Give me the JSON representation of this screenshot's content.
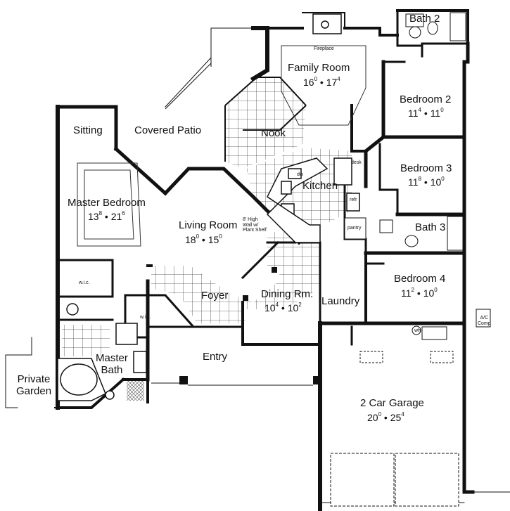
{
  "rooms": {
    "family_room": {
      "name": "Family Room",
      "w": "16",
      "ws": "0",
      "d": "17",
      "ds": "4"
    },
    "bedroom2": {
      "name": "Bedroom 2",
      "w": "11",
      "ws": "4",
      "d": "11",
      "ds": "0"
    },
    "bedroom3": {
      "name": "Bedroom 3",
      "w": "11",
      "ws": "8",
      "d": "10",
      "ds": "0"
    },
    "bedroom4": {
      "name": "Bedroom 4",
      "w": "11",
      "ws": "2",
      "d": "10",
      "ds": "0"
    },
    "master_bedroom": {
      "name": "Master Bedroom",
      "w": "13",
      "ws": "8",
      "d": "21",
      "ds": "6"
    },
    "living_room": {
      "name": "Living Room",
      "w": "18",
      "ws": "0",
      "d": "15",
      "ds": "0"
    },
    "dining": {
      "name": "Dining Rm.",
      "w": "10",
      "ws": "4",
      "d": "10",
      "ds": "2"
    },
    "garage": {
      "name": "2 Car Garage",
      "w": "20",
      "ws": "0",
      "d": "25",
      "ds": "4"
    }
  },
  "labels": {
    "bath2": "Bath 2",
    "bath3": "Bath 3",
    "nook": "Nook",
    "kitchen": "Kitchen",
    "sitting": "Sitting",
    "covered_patio": "Covered Patio",
    "foyer": "Foyer",
    "laundry": "Laundry",
    "entry": "Entry",
    "master_bath": "Master\nBath",
    "private_garden": "Private\nGarden",
    "fireplace": "Fireplace",
    "wall_note": "8' High\nWall w/\nPlant Shelf",
    "pantry": "pantry",
    "desk": "desk",
    "dw": "dw",
    "refr": "refr",
    "wic": "w.i.c.",
    "wh": "wh",
    "ac": "A/C\nComp",
    "sep": "•"
  }
}
